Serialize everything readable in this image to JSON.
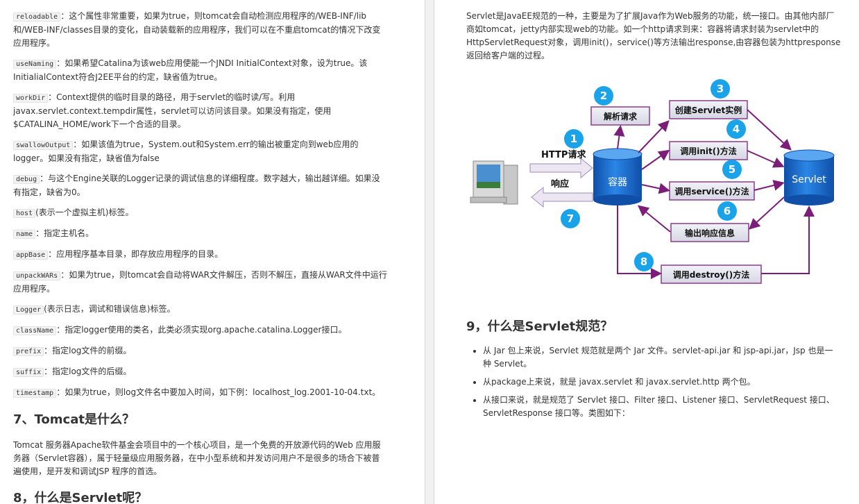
{
  "left": {
    "attrs": [
      {
        "code": "reloadable",
        "text": "：这个属性非常重要，如果为true，则tomcat会自动检测应用程序的/WEB-INF/lib和/WEB-INF/classes目录的变化，自动装载新的应用程序，我们可以在不重启tomcat的情况下改变应用程序。"
      },
      {
        "code": "useNaming",
        "text": "：如果希望Catalina为该web应用使能一个JNDI InitialContext对象，设为true。该InitialialContext符合J2EE平台的约定，缺省值为true。"
      },
      {
        "code": "workDir",
        "text": "：Context提供的临时目录的路径，用于servlet的临时读/写。利用javax.servlet.context.tempdir属性，servlet可以访问该目录。如果没有指定，使用$CATALINA_HOME/work下一个合适的目录。"
      },
      {
        "code": "swallowOutput",
        "text": "：如果该值为true，System.out和System.err的输出被重定向到web应用的logger。如果没有指定，缺省值为false"
      },
      {
        "code": "debug",
        "text": "：与这个Engine关联的Logger记录的调试信息的详细程度。数字越大，输出越详细。如果没有指定，缺省为0。"
      },
      {
        "code": "host",
        "text": "(表示一个虚拟主机)标签。"
      },
      {
        "code": "name",
        "text": "：指定主机名。"
      },
      {
        "code": "appBase",
        "text": "：应用程序基本目录，即存放应用程序的目录。"
      },
      {
        "code": "unpackWARs",
        "text": "：如果为true，则tomcat会自动将WAR文件解压，否则不解压，直接从WAR文件中运行应用程序。"
      },
      {
        "code": "Logger",
        "text": "(表示日志，调试和错误信息)标签。"
      },
      {
        "code": "className",
        "text": "：指定logger使用的类名，此类必须实现org.apache.catalina.Logger接口。"
      },
      {
        "code": "prefix",
        "text": "：指定log文件的前缀。"
      },
      {
        "code": "suffix",
        "text": "：指定log文件的后缀。"
      },
      {
        "code": "timestamp",
        "text": "：如果为true，则log文件名中要加入时间，如下例：localhost_log.2001-10-04.txt。"
      }
    ],
    "h7": "7、Tomcat是什么？",
    "p7": "Tomcat 服务器Apache软件基金会项目中的一个核心项目，是一个免费的开放源代码的Web 应用服务器（Servlet容器），属于轻量级应用服务器，在中小型系统和并发访问用户不是很多的场合下被普遍使用，是开发和调试JSP 程序的首选。",
    "h8": "8，什么是Servlet呢？"
  },
  "right": {
    "intro": "Servlet是JavaEE规范的一种，主要是为了扩展Java作为Web服务的功能，统一接口。由其他内部厂商如tomcat，jetty内部实现web的功能。如一个http请求到来：容器将请求封装为servlet中的HttpServletRequest对象，调用init()，service()等方法输出response,由容器包装为httpresponse返回给客户端的过程。",
    "diagram": {
      "http_request": "HTTP请求",
      "response": "响应",
      "container": "容器",
      "servlet": "Servlet",
      "parse": "解析请求",
      "create": "创建Servlet实例",
      "init": "调用init()方法",
      "service": "调用service()方法",
      "output": "输出响应信息",
      "destroy": "调用destroy()方法",
      "n1": "1",
      "n2": "2",
      "n3": "3",
      "n4": "4",
      "n5": "5",
      "n6": "6",
      "n7": "7",
      "n8": "8",
      "colors": {
        "circle": "#1aa3e8",
        "box_fill": "#e3e3ee",
        "box_border": "#8a3a8c",
        "arrow": "#7b1e7a",
        "cylinder": "#1f6fd0"
      }
    },
    "h9": "9，什么是Servlet规范？",
    "bullets": [
      "从 Jar 包上来说，Servlet 规范就是两个 Jar 文件。servlet-api.jar 和 jsp-api.jar，Jsp 也是一种 Servlet。",
      "从package上来说，就是 javax.servlet 和 javax.servlet.http 两个包。",
      "从接口来说，就是规范了 Servlet 接口、Filter 接口、Listener 接口、ServletRequest 接口、ServletResponse 接口等。类图如下："
    ]
  }
}
